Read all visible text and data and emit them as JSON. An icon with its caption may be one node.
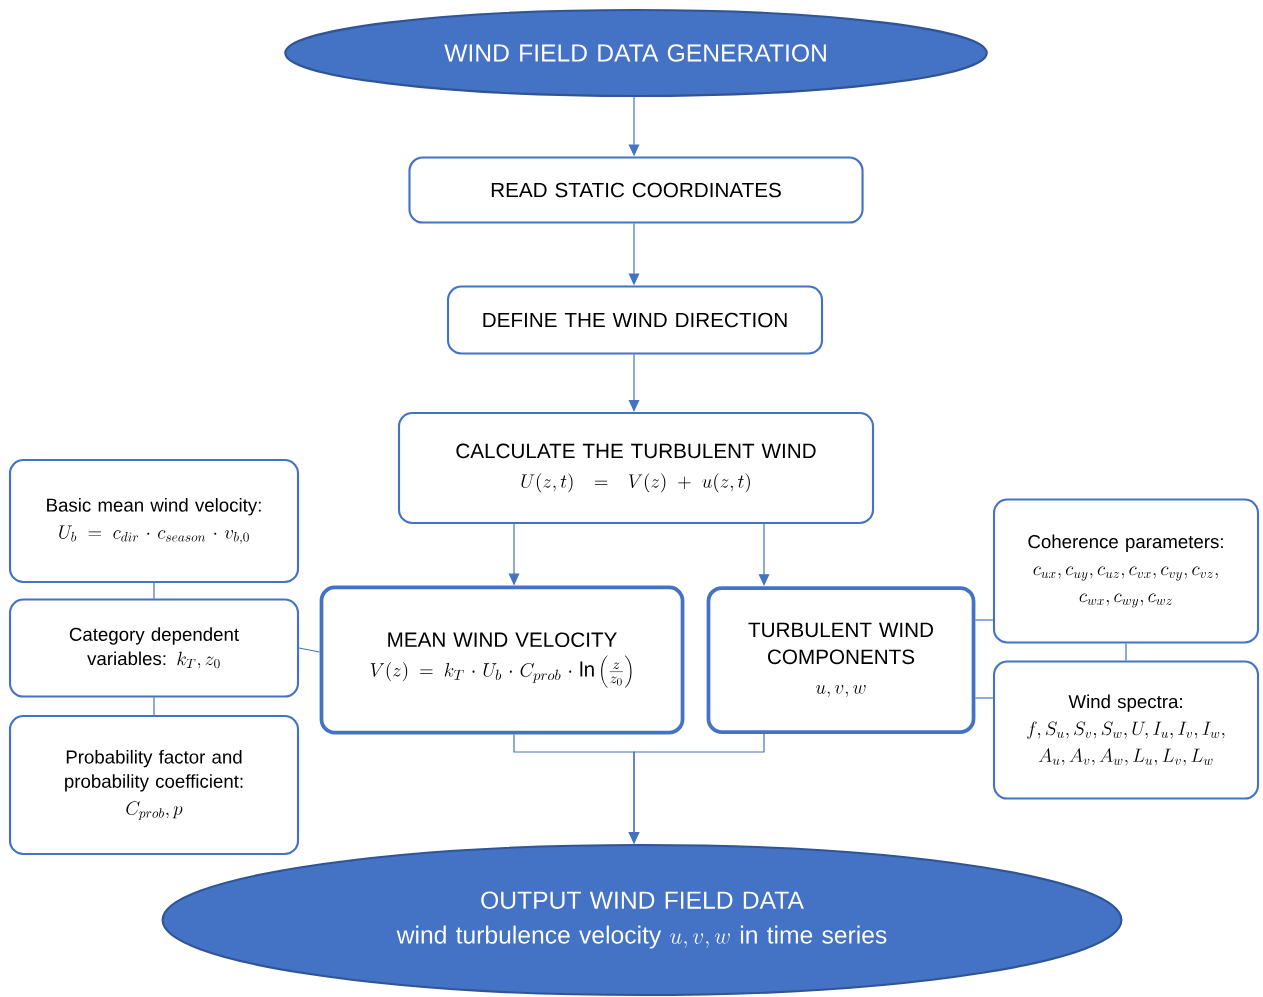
{
  "diagram": {
    "nodes": [
      {
        "text": [
          "WIND FIELD DATA GENERATION"
        ]
      },
      {
        "text": [
          "READ STATIC COORDINATES"
        ]
      },
      {
        "text": [
          "DEFINE THE WIND DIRECTION"
        ]
      },
      {
        "text": [
          "CALCULATE THE TURBULENT WIND",
          "U(z,t) = V(z) + u(z,t)"
        ]
      },
      {
        "text": [
          "Basic mean wind velocity:",
          "U_b = c_{dir} \\cdot c_{season} \\cdot v_{b,0}"
        ]
      },
      {
        "text": [
          "Category dependent variables:",
          "k_T, z_0"
        ]
      },
      {
        "text": [
          "Probability factor and probability coefficient:",
          "C_{prob}, p"
        ]
      },
      {
        "text": [
          "MEAN WIND VELOCITY",
          "V(z) = k_T \\cdot U_b \\cdot C_{prob} \\cdot \\ln\\left(\\frac{z}{z_0}\\right)"
        ]
      },
      {
        "text": [
          "TURBULENT WIND COMPONENTS",
          "u, v, w"
        ]
      },
      {
        "text": [
          "Coherence parameters:",
          "c_{ux}, c_{uy}, c_{uz}, c_{vx}, c_{vy}, c_{vz},",
          "c_{wx}, c_{wy}, c_{wz}"
        ]
      },
      {
        "text": [
          "Wind spectra:",
          "f, S_u, S_v, S_w, U, I_u, I_v, I_w,",
          "A_u, A_v, A_w, L_u, L_v, L_w"
        ]
      },
      {
        "text": [
          "OUTPUT WIND FIELD DATA",
          "wind turbulence velocity",
          "u, v, w",
          "in time series"
        ]
      }
    ],
    "edges": [
      {
        "from": 0,
        "to": 1,
        "arrow": "to"
      },
      {
        "from": 1,
        "to": 2,
        "arrow": "to"
      },
      {
        "from": 2,
        "to": 3,
        "arrow": "to"
      },
      {
        "from": 4,
        "to": 5,
        "arrow": "none"
      },
      {
        "from": 5,
        "to": 6,
        "arrow": "none"
      },
      {
        "from": 3,
        "to": 7,
        "arrow": "to"
      },
      {
        "from": 3,
        "to": 8,
        "arrow": "to"
      },
      {
        "from": 5,
        "to": 7,
        "arrow": "none"
      },
      {
        "from": 8,
        "to": 9,
        "arrow": "none"
      },
      {
        "from": 8,
        "to": 10,
        "arrow": "none"
      },
      {
        "from": 9,
        "to": 10,
        "arrow": "none"
      },
      {
        "from": 7,
        "to": 11,
        "arrow": "to"
      },
      {
        "from": 8,
        "to": 11,
        "arrow": "to"
      }
    ]
  }
}
